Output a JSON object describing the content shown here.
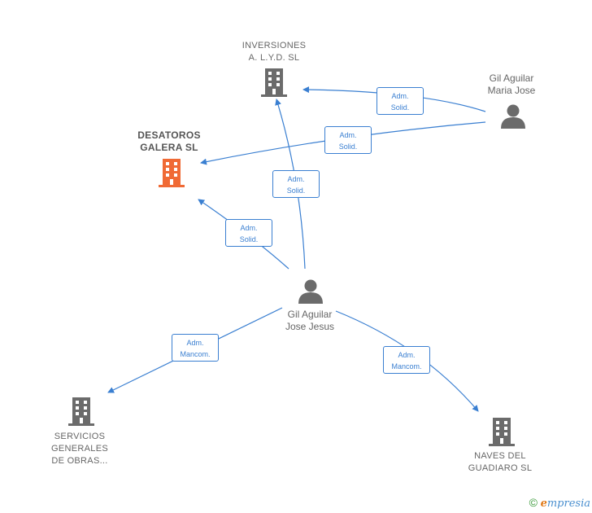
{
  "nodes": {
    "inversiones": {
      "label": "INVERSIONES\nA. L.Y.D.  SL",
      "type": "company"
    },
    "desatoros": {
      "label": "DESATOROS\nGALERA  SL",
      "type": "company-main"
    },
    "gil_maria": {
      "label": "Gil Aguilar\nMaria Jose",
      "type": "person"
    },
    "gil_jose": {
      "label": "Gil Aguilar\nJose Jesus",
      "type": "person"
    },
    "servicios": {
      "label": "SERVICIOS\nGENERALES\nDE OBRAS...",
      "type": "company"
    },
    "naves": {
      "label": "NAVES DEL\nGUADIARO  SL",
      "type": "company"
    }
  },
  "edges": [
    {
      "from": "gil_maria",
      "to": "inversiones",
      "label": "Adm.\nSolid."
    },
    {
      "from": "gil_maria",
      "to": "desatoros",
      "label": "Adm.\nSolid."
    },
    {
      "from": "gil_jose",
      "to": "inversiones",
      "label": "Adm.\nSolid."
    },
    {
      "from": "gil_jose",
      "to": "desatoros",
      "label": "Adm.\nSolid."
    },
    {
      "from": "gil_jose",
      "to": "servicios",
      "label": "Adm.\nMancom."
    },
    {
      "from": "gil_jose",
      "to": "naves",
      "label": "Adm.\nMancom."
    }
  ],
  "footer": {
    "copyright": "©",
    "brand_e": "e",
    "brand_rest": "mpresia"
  },
  "colors": {
    "edge": "#3a7fd1",
    "company_icon": "#6b6b6b",
    "main_icon": "#f06a35",
    "person_icon": "#6b6b6b"
  },
  "icons": {
    "company": "building-icon",
    "person": "person-icon"
  }
}
